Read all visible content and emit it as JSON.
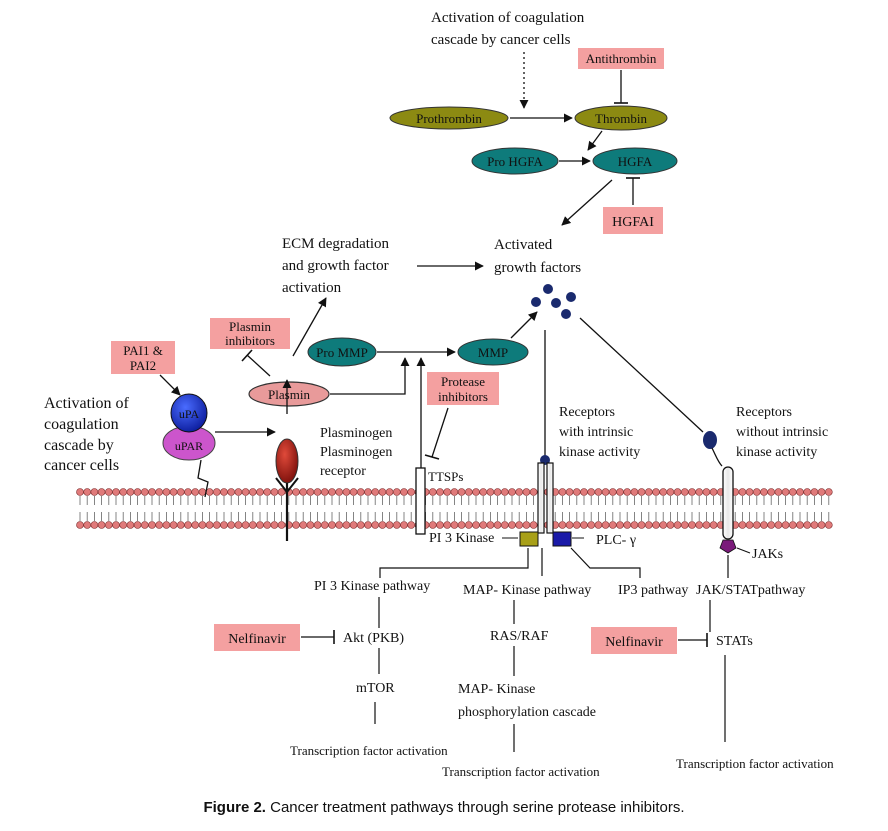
{
  "colors": {
    "inhibitor_fill": "#f4a0a0",
    "olive_node": "#8c8a12",
    "teal_node": "#0e7b7b",
    "plasmin_fill": "#e89a9a",
    "particle": "#1a2a6e",
    "membrane_head": "#e07a7a",
    "upar_fill": "#cc55cc",
    "receptor_blue": "#1a1aa8"
  },
  "diagram": {
    "coag_top": [
      "Activation of coagulation",
      "cascade by cancer cells"
    ],
    "antithrombin": "Antithrombin",
    "prothrombin": "Prothrombin",
    "thrombin": "Thrombin",
    "pro_hgfa": "Pro HGFA",
    "hgfa": "HGFA",
    "hgfai": "HGFAI",
    "activated_gf": [
      "Activated",
      "growth factors"
    ],
    "ecm": [
      "ECM degradation",
      "and growth factor",
      "activation"
    ],
    "plasmin_inhibitors": [
      "Plasmin",
      "inhibitors"
    ],
    "pai": [
      "PAI1 &",
      "PAI2"
    ],
    "plasmin": "Plasmin",
    "pro_mmp": "Pro MMP",
    "mmp": "MMP",
    "protease_inhibitors": [
      "Protease",
      "inhibitors"
    ],
    "coag_left": [
      "Activation of",
      "coagulation",
      "cascade by",
      "cancer cells"
    ],
    "upa": "uPA",
    "upar": "uPAR",
    "plasminogen": "Plasminogen",
    "plasminogen_receptor": [
      "Plasminogen",
      "receptor"
    ],
    "ttsps": "TTSPs",
    "receptors_intrinsic": [
      "Receptors",
      "with intrinsic",
      "kinase activity"
    ],
    "receptors_without": [
      "Receptors",
      "without intrinsic",
      "kinase activity"
    ],
    "pi3k": "PI 3 Kinase",
    "plc": "PLC- γ",
    "jaks": "JAKs",
    "pi3k_pathway": "PI 3 Kinase pathway",
    "mapk_pathway": "MAP- Kinase pathway",
    "ip3_pathway": "IP3 pathway",
    "jakstat_pathway": "JAK/STATpathway",
    "nelfinavir": "Nelfinavir",
    "akt": "Akt (PKB)",
    "mtor": "mTOR",
    "tf_activation": "Transcription factor activation",
    "rasraf": "RAS/RAF",
    "mapk_cascade": [
      "MAP- Kinase",
      "phosphorylation cascade"
    ],
    "stats": "STATs"
  },
  "caption": {
    "label": "Figure 2.",
    "text": " Cancer treatment pathways through serine protease inhibitors."
  }
}
